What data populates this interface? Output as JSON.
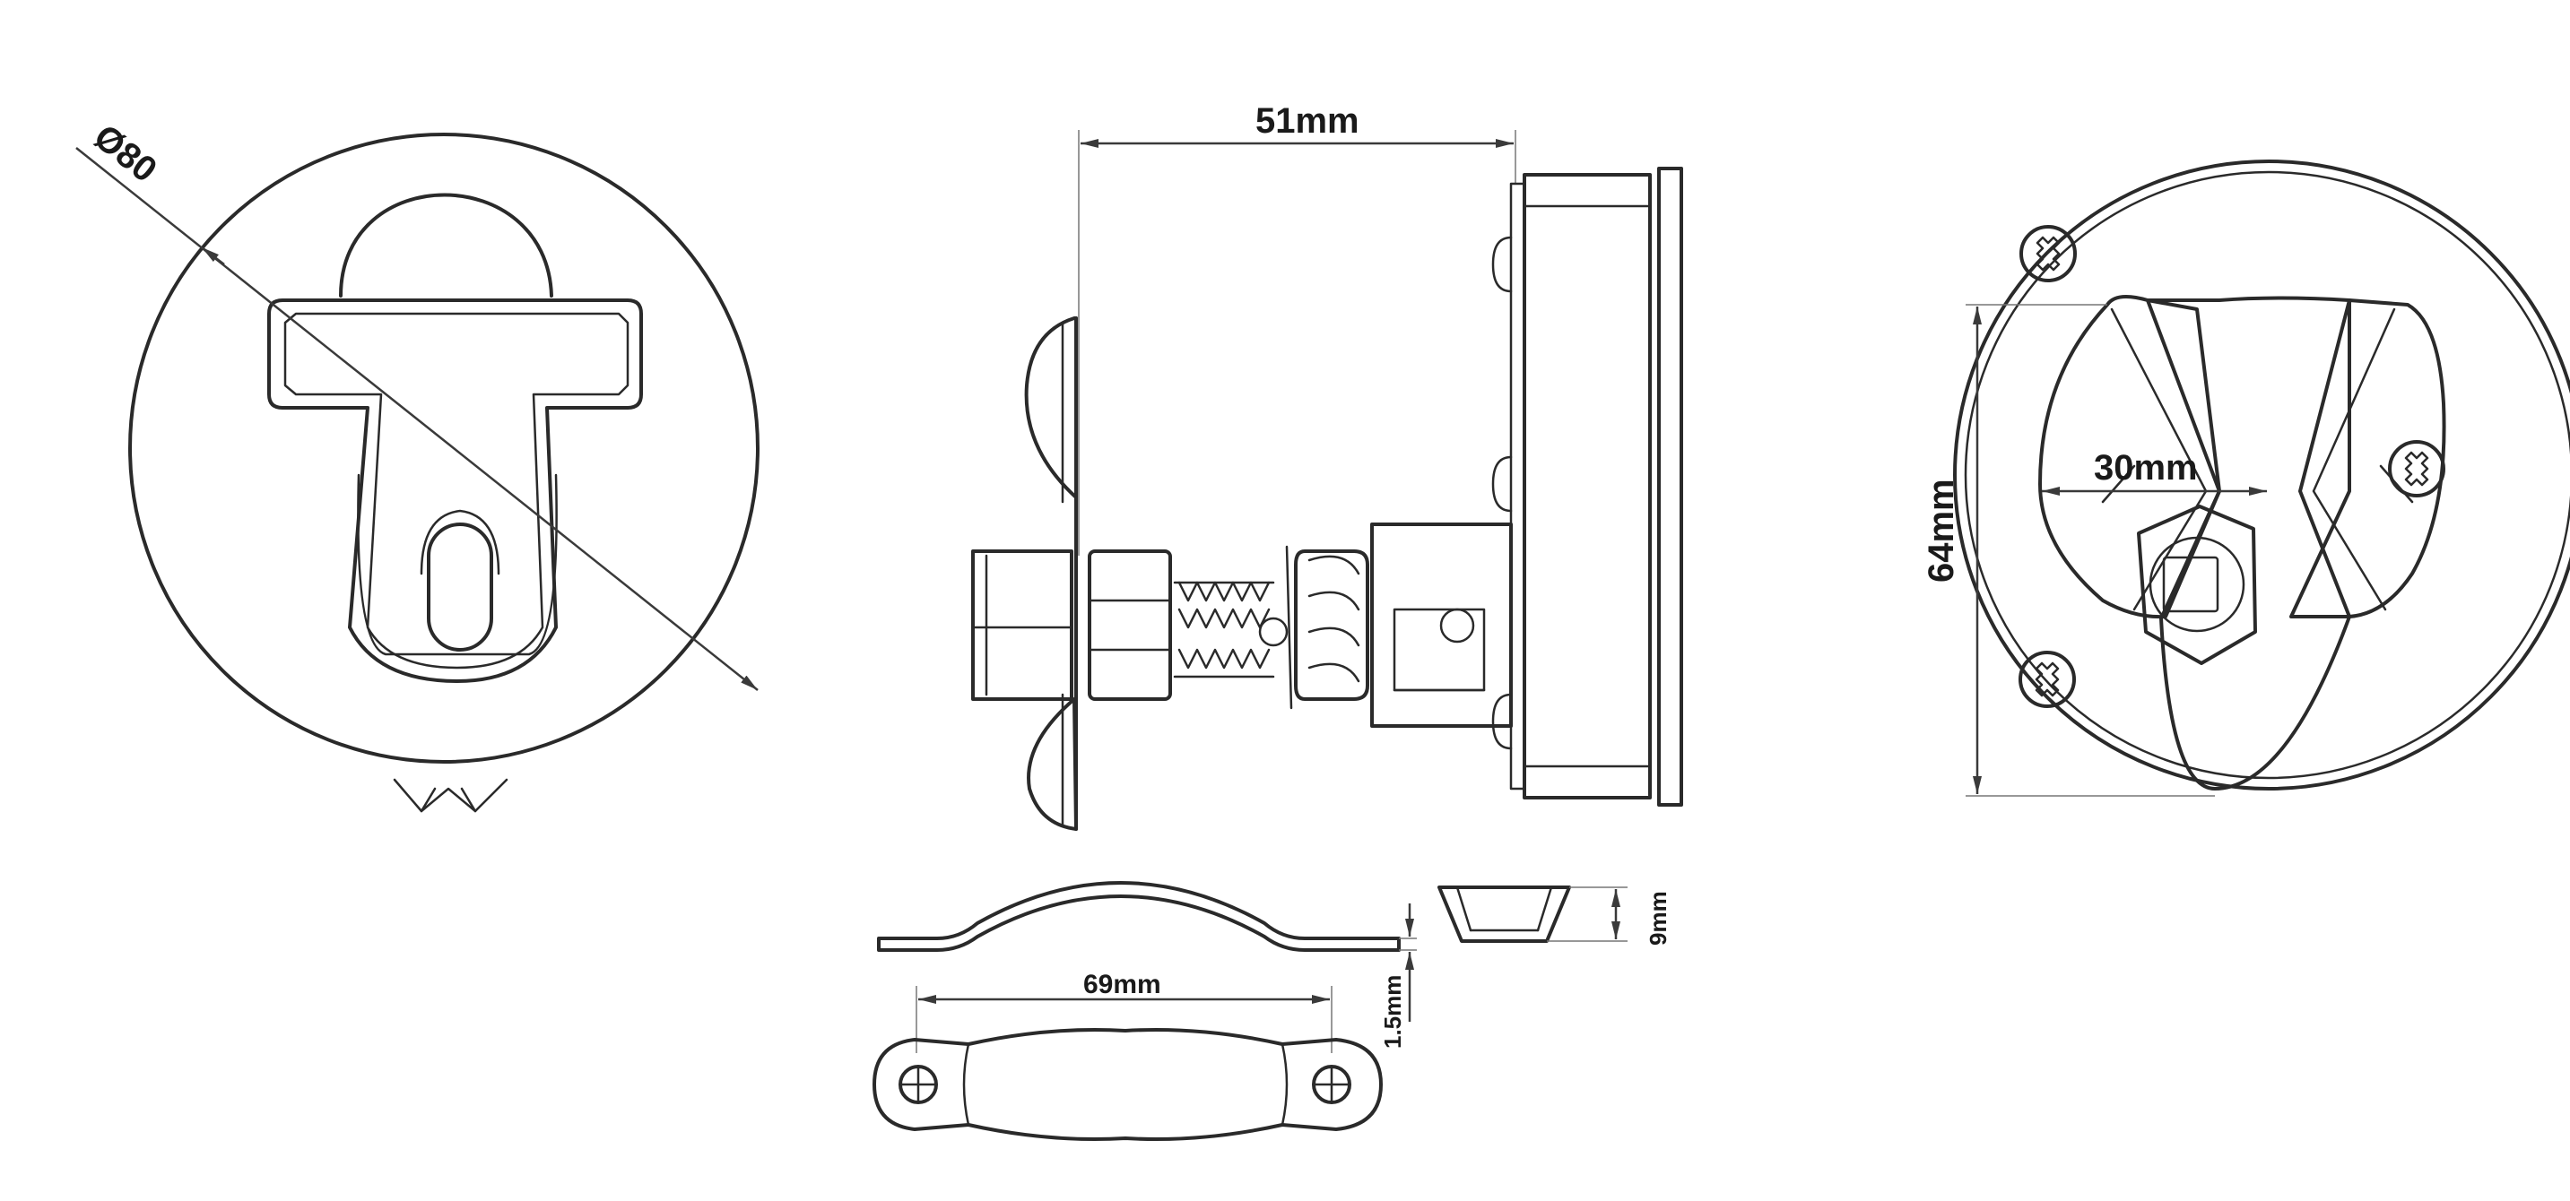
{
  "dimensions": {
    "diameter": "Ø80",
    "depth": "51mm",
    "height": "64mm",
    "width": "30mm",
    "handle_length": "69mm",
    "handle_thickness": "1.5mm",
    "bushing_height": "9mm"
  },
  "colors": {
    "outline": "#2a2a2a",
    "dimension_line": "#3a3a3a",
    "background": "#ffffff"
  }
}
